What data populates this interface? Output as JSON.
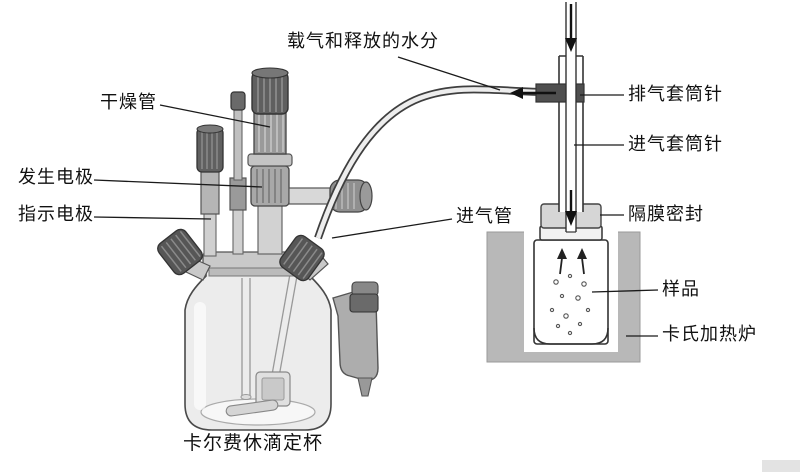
{
  "diagram": {
    "title_note": "Karl Fischer oven water determination schematic",
    "labels": {
      "carrier_gas": "载气和释放的水分",
      "drying_tube": "干燥管",
      "generator_electrode": "发生电极",
      "indicator_electrode": "指示电极",
      "gas_inlet_tube": "进气管",
      "exhaust_sleeve_needle": "排气套筒针",
      "inlet_sleeve_needle": "进气套筒针",
      "septum_seal": "隔膜密封",
      "sample": "样品",
      "heating_furnace": "卡氏加热炉",
      "titration_cup": "卡尔费休滴定杯"
    },
    "colors": {
      "background": "#ffffff",
      "line": "#333333",
      "furnace_gray": "#b8b8b8",
      "metal_dark": "#565656",
      "metal_mid": "#9a9a9a",
      "metal_light": "#d6d6d6"
    }
  }
}
